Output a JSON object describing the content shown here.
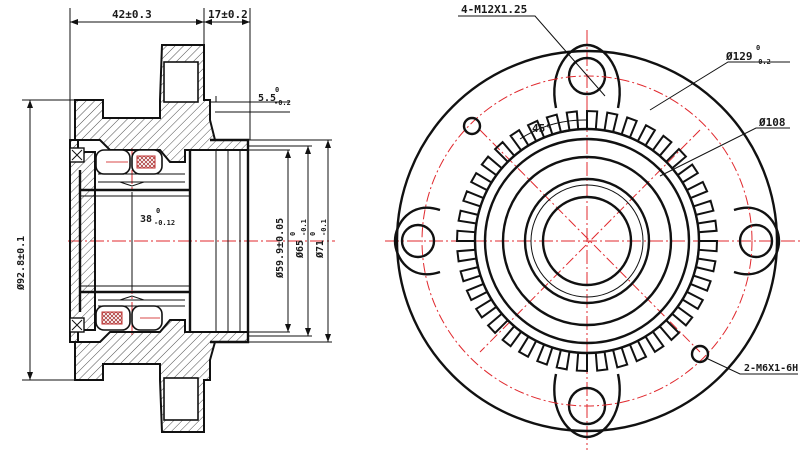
{
  "colors": {
    "outline": "#111111",
    "centerline": "#e0282d",
    "background": "#ffffff",
    "seal_fill": "#d94a4a"
  },
  "side_view": {
    "dim_width": "42±0.3",
    "dim_flange": "17±0.2",
    "dim_step_main": "5.5",
    "dim_step_up": "0",
    "dim_step_low": "-0.2",
    "dim_bore_main": "38",
    "dim_bore_up": "0",
    "dim_bore_low": "-0.12",
    "dim_od": "Ø92.8±0.1",
    "dim_599": "Ø59.9±0.05",
    "dim_65_main": "Ø65",
    "dim_65_up": "0",
    "dim_65_low": "-0.1",
    "dim_71_main": "Ø71",
    "dim_71_up": "0",
    "dim_71_low": "-0.1"
  },
  "front_view": {
    "bolt_label": "4-M12X1.25",
    "pcd_main": "Ø129",
    "pcd_up": "0",
    "pcd_low": "-0.2",
    "d108": "Ø108",
    "angle": "45°",
    "screw_label": "2-M6X1-6H"
  }
}
